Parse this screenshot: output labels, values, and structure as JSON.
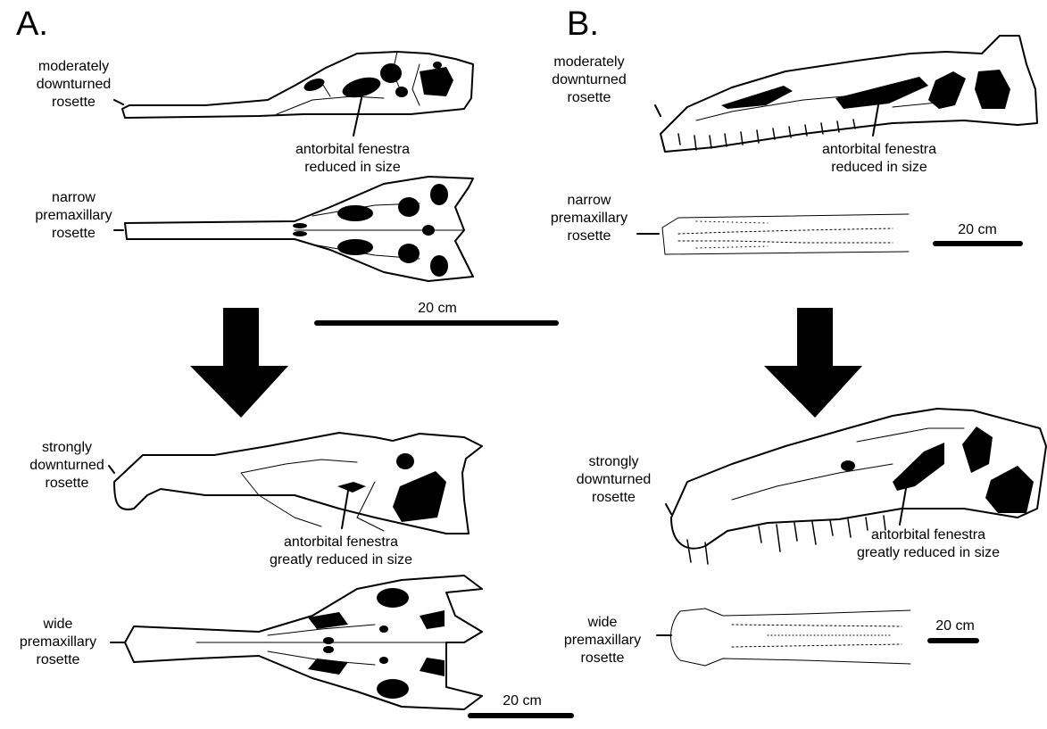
{
  "panels": [
    {
      "letter": "A.",
      "upper_lateral": {
        "rosette_label": "moderately\ndownturned\nrosette",
        "fenestra_label": "antorbital fenestra\nreduced in size"
      },
      "upper_dorsal": {
        "rosette_label": "narrow\npremaxillary\nrosette"
      },
      "lower_lateral": {
        "rosette_label": "strongly\ndownturned\nrosette",
        "fenestra_label": "antorbital fenestra\ngreatly reduced in size"
      },
      "lower_dorsal": {
        "rosette_label": "wide\npremaxillary\nrosette"
      },
      "scale_bar_middle": "20 cm",
      "scale_bar_bottom": "20 cm"
    },
    {
      "letter": "B.",
      "upper_lateral": {
        "rosette_label": "moderately\ndownturned\nrosette",
        "fenestra_label": "antorbital fenestra\nreduced in size"
      },
      "upper_dorsal": {
        "rosette_label": "narrow\npremaxillary\nrosette"
      },
      "lower_lateral": {
        "rosette_label": "strongly\ndownturned\nrosette",
        "fenestra_label": "antorbital fenestra\ngreatly reduced in size"
      },
      "lower_dorsal": {
        "rosette_label": "wide\npremaxillary\nrosette"
      },
      "scale_bar_top": "20 cm",
      "scale_bar_bottom": "20 cm"
    }
  ],
  "colors": {
    "ink": "#000000",
    "paper": "#ffffff"
  }
}
